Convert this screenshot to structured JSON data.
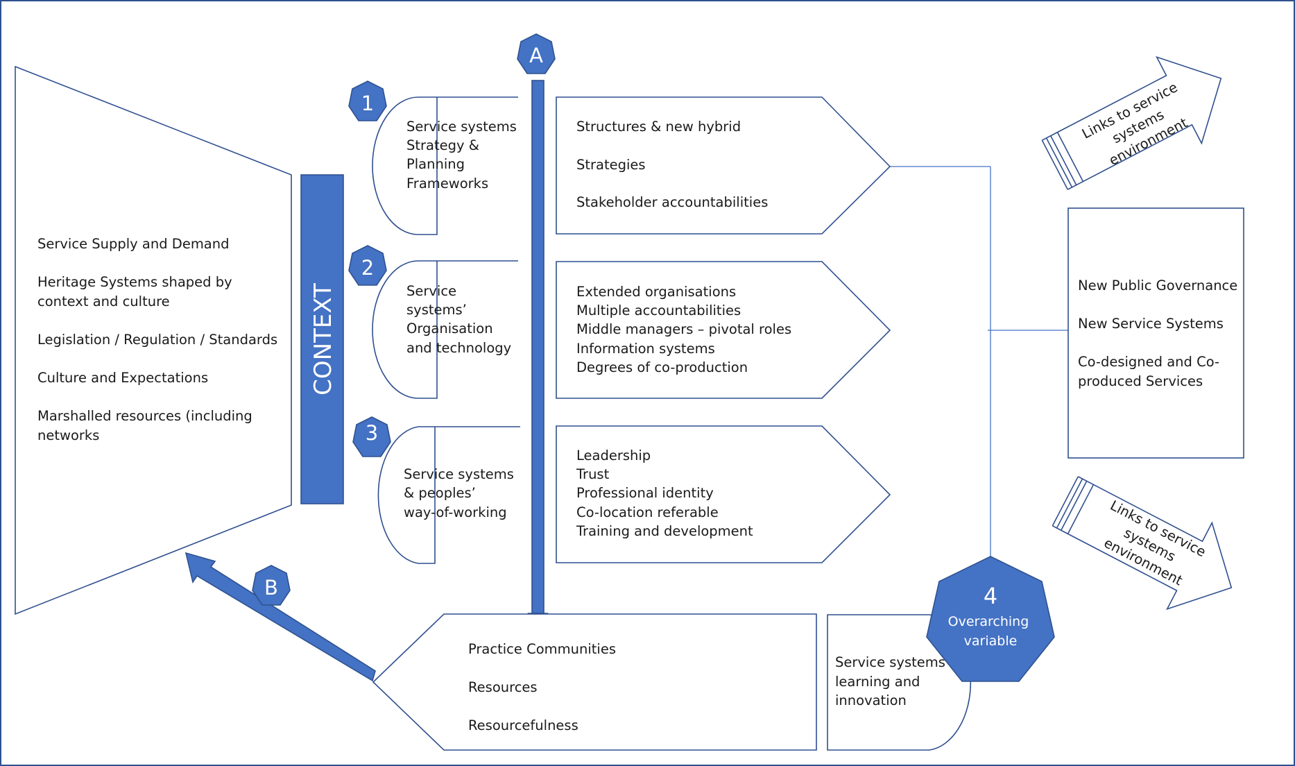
{
  "context": {
    "label": "CONTEXT",
    "items": [
      [
        "Service Supply and Demand"
      ],
      [
        "Heritage Systems shaped by",
        "context and culture"
      ],
      [
        "Legislation / Regulation / Standards"
      ],
      [
        "Culture and Expectations"
      ],
      [
        "Marshalled resources (including",
        "networks"
      ]
    ]
  },
  "markers": {
    "a": "A",
    "b": "B"
  },
  "rows": [
    {
      "number": "1",
      "title": [
        "Service systems",
        "Strategy &",
        "Planning",
        "Frameworks"
      ],
      "details": [
        "Structures & new hybrid",
        "",
        "Strategies",
        "",
        "Stakeholder accountabilities"
      ]
    },
    {
      "number": "2",
      "title": [
        "Service",
        "systems’",
        "Organisation",
        "and technology"
      ],
      "details": [
        "Extended organisations",
        "Multiple accountabilities",
        "Middle managers – pivotal roles",
        "Information systems",
        "Degrees of co-production"
      ]
    },
    {
      "number": "3",
      "title": [
        "Service systems",
        "& peoples’",
        "way-of-working"
      ],
      "details": [
        "Leadership",
        "Trust",
        "Professional identity",
        "Co-location referable",
        "Training and development"
      ]
    }
  ],
  "practice": {
    "items": [
      "Practice Communities",
      "",
      "Resources",
      "",
      "Resourcefulness"
    ]
  },
  "learning": {
    "title": [
      "Service systems",
      "learning and",
      "innovation"
    ]
  },
  "overarching": {
    "number": "4",
    "label": [
      "Overarching",
      "variable"
    ]
  },
  "outcomes": {
    "items": [
      [
        "New Public Governance"
      ],
      [
        "New Service Systems"
      ],
      [
        "Co-designed and Co-",
        "produced Services"
      ]
    ]
  },
  "links": {
    "top": [
      "Links to service",
      "systems",
      "environment"
    ],
    "bottom": [
      "Links to service",
      "systems",
      "environment"
    ]
  },
  "colors": {
    "accent": "#4472c4",
    "outline": "#2f4f8f",
    "connector": "#4472c4"
  }
}
